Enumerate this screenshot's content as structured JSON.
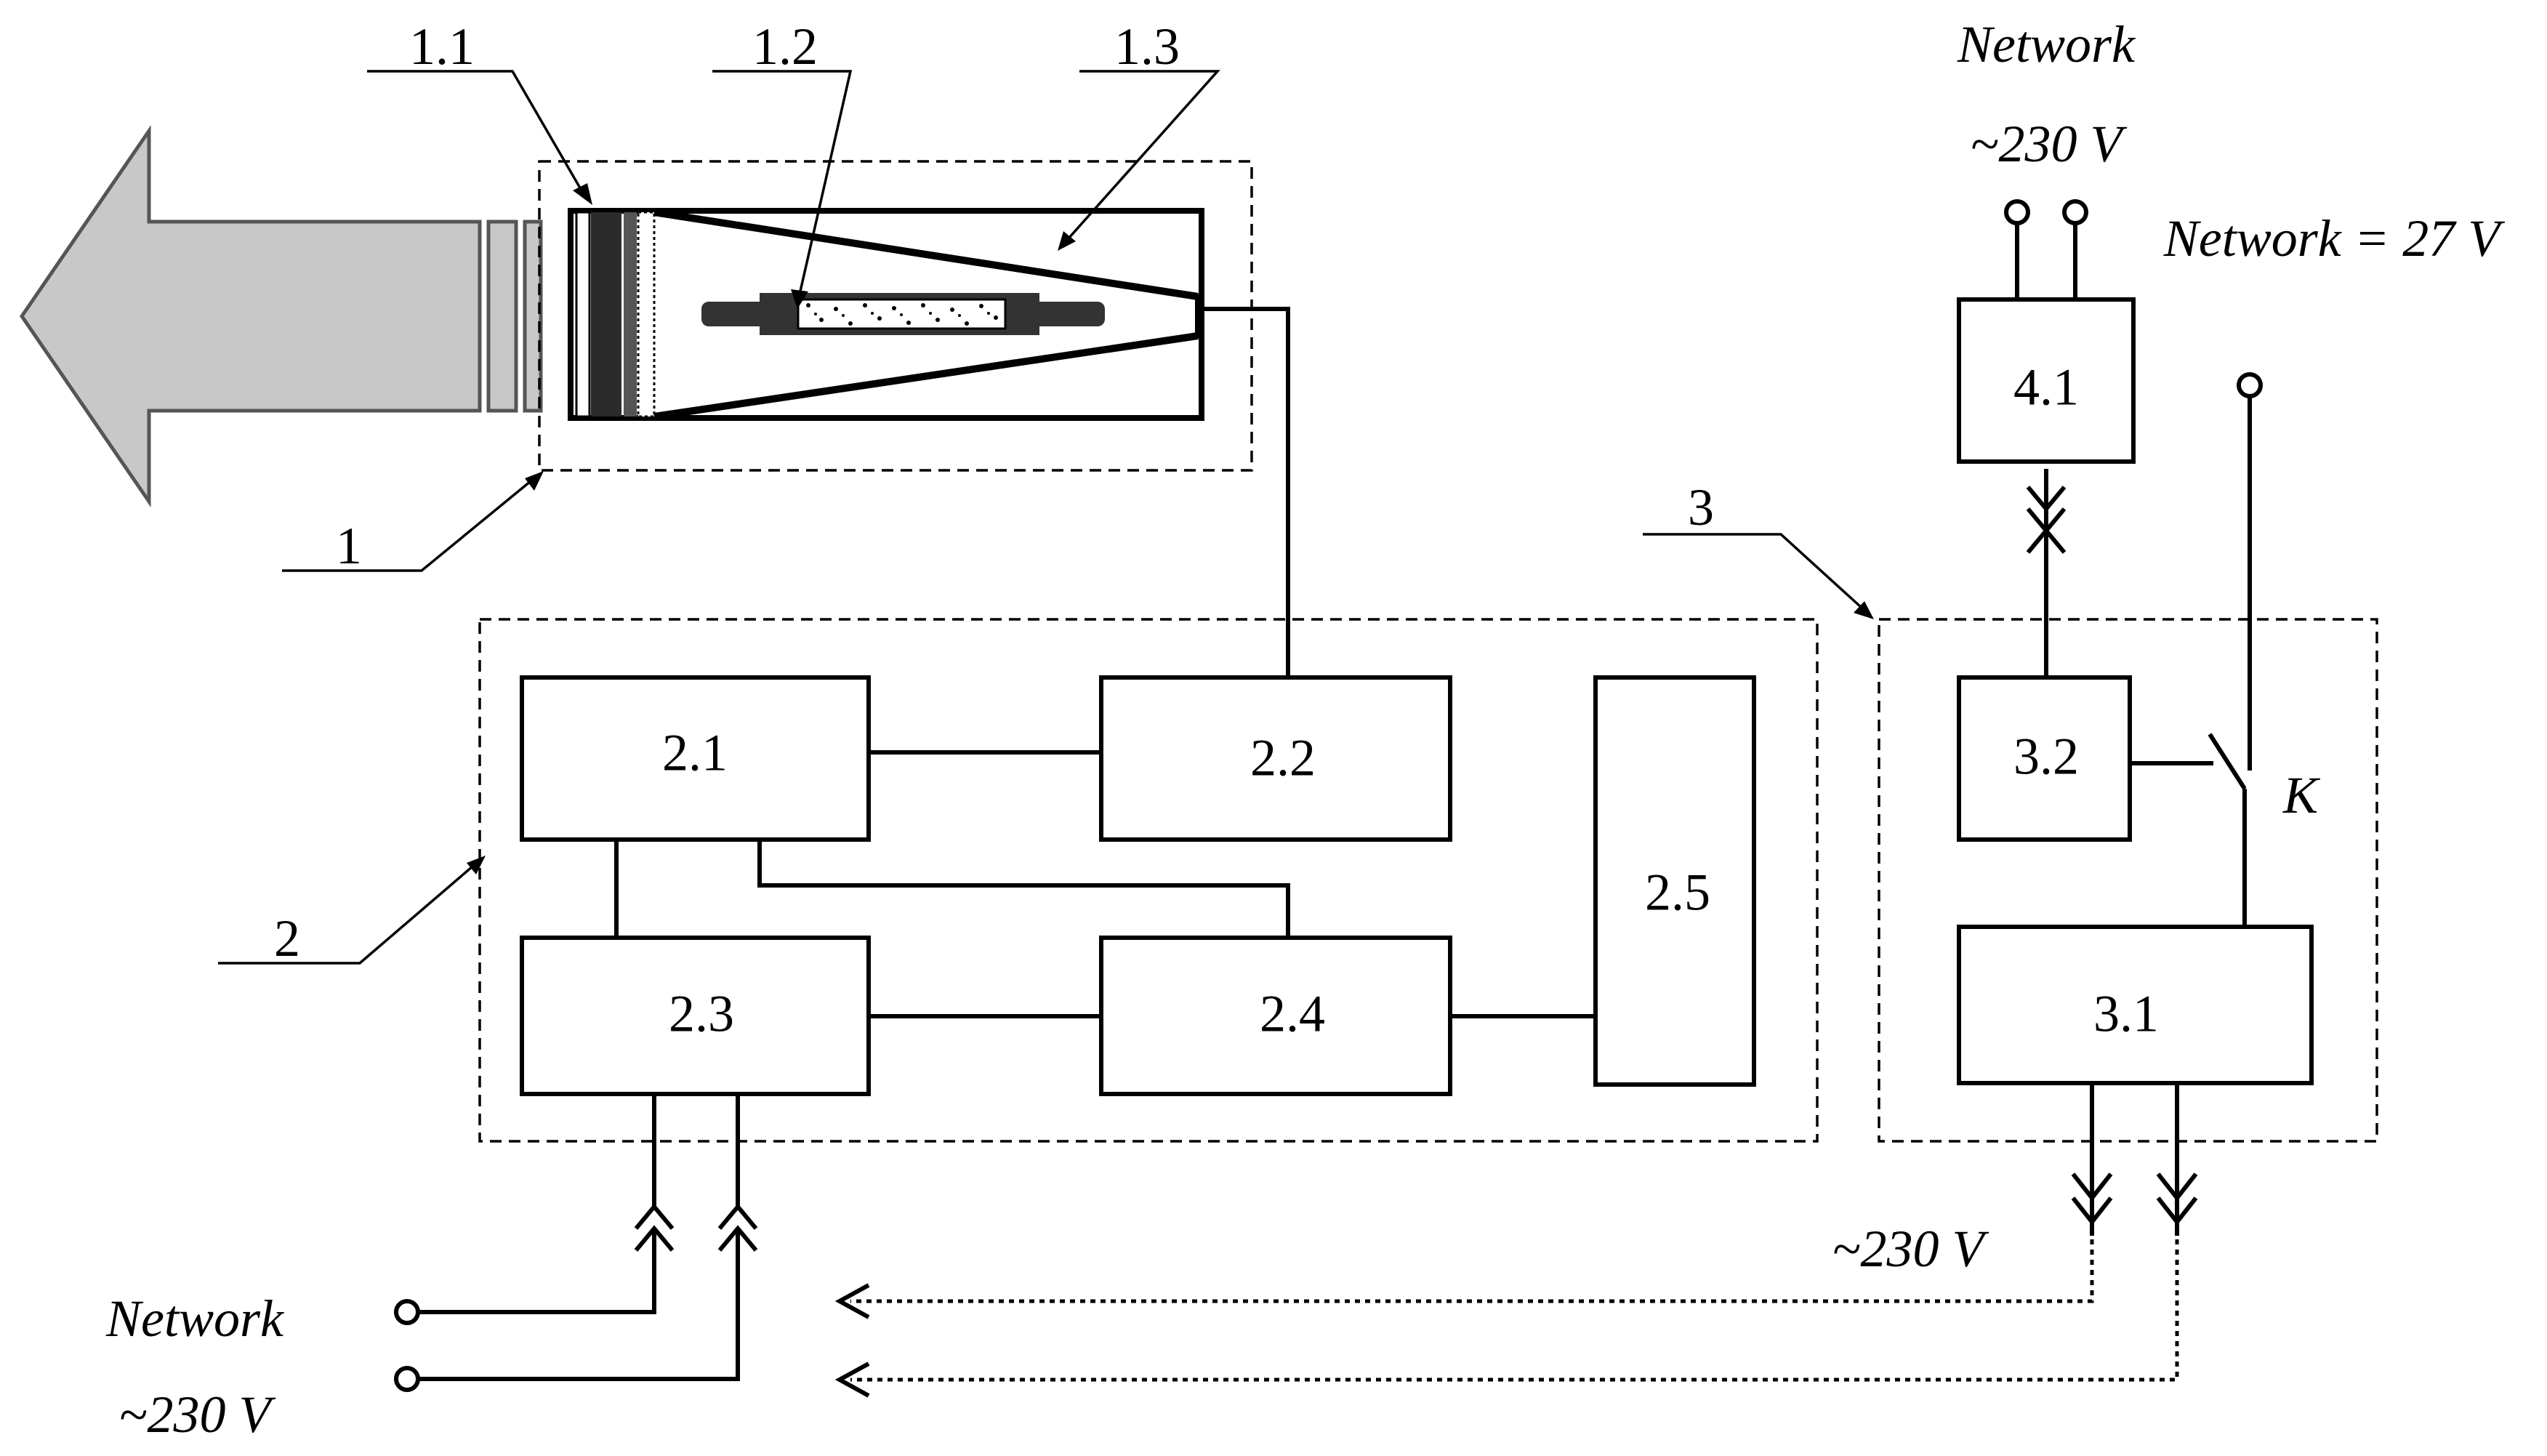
{
  "diagram": {
    "blocks": {
      "b2_1": "2.1",
      "b2_2": "2.2",
      "b2_3": "2.3",
      "b2_4": "2.4",
      "b2_5": "2.5",
      "b3_1": "3.1",
      "b3_2": "3.2",
      "b4_1": "4.1"
    },
    "callouts": {
      "c1": "1",
      "c1_1": "1.1",
      "c1_2": "1.2",
      "c1_3": "1.3",
      "c2": "2",
      "c3": "3"
    },
    "power_labels": {
      "top_network": "Network",
      "top_voltage": "~230 V",
      "top_dc": "Network = 27 V",
      "switch_k": "K",
      "output_voltage": "~230 V",
      "bottom_network": "Network",
      "bottom_voltage": "~230 V"
    },
    "colors": {
      "arrow_fill": "#c8c8c8",
      "line": "#000000",
      "background": "#ffffff"
    }
  }
}
